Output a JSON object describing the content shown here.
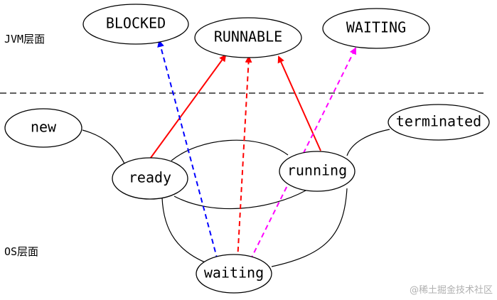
{
  "layers": {
    "jvm_label": "JVM层面",
    "os_label": "OS层面"
  },
  "jvm_states": {
    "blocked": "BLOCKED",
    "runnable": "RUNNABLE",
    "waiting": "WAITING"
  },
  "os_states": {
    "new": "new",
    "ready": "ready",
    "running": "running",
    "terminated": "terminated",
    "waiting": "waiting"
  },
  "mapping_colors": {
    "blocked": "#0000ff",
    "runnable": "#ff0000",
    "waiting": "#ff00ff"
  },
  "watermark": "@稀土掘金技术社区"
}
